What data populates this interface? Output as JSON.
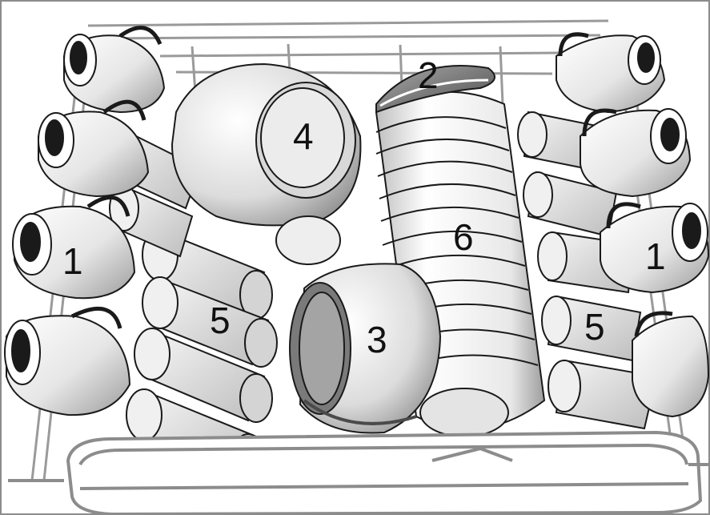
{
  "labels": {
    "cups_left": "1",
    "cups_right": "1",
    "saucer": "2",
    "large_bowl": "3",
    "small_bowl": "4",
    "glasses_left": "5",
    "glasses_right": "5",
    "plates": "6"
  },
  "colors": {
    "outline": "#1a1a1a",
    "light": "#f4f4f4",
    "mid": "#c8c8c8",
    "dark": "#6e6e6e",
    "rack": "#9a9a9a",
    "frame": "#8c8c8c"
  }
}
